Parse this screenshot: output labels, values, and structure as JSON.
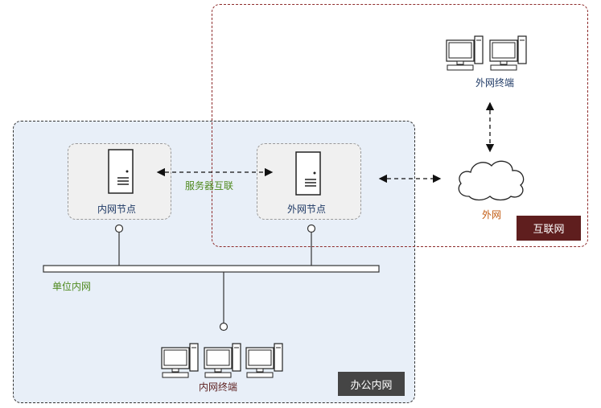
{
  "zones": {
    "office": "办公内网",
    "internet": "互联网"
  },
  "nodes": {
    "inner_node": "内网节点",
    "outer_node": "外网节点"
  },
  "links": {
    "server_interconnect": "服务器互联"
  },
  "network": {
    "lan": "单位内网",
    "wan": "外网"
  },
  "terminals": {
    "inner": "内网终端",
    "outer": "外网终端"
  },
  "icons": [
    "server-icon",
    "computer-icon",
    "cloud-icon"
  ]
}
